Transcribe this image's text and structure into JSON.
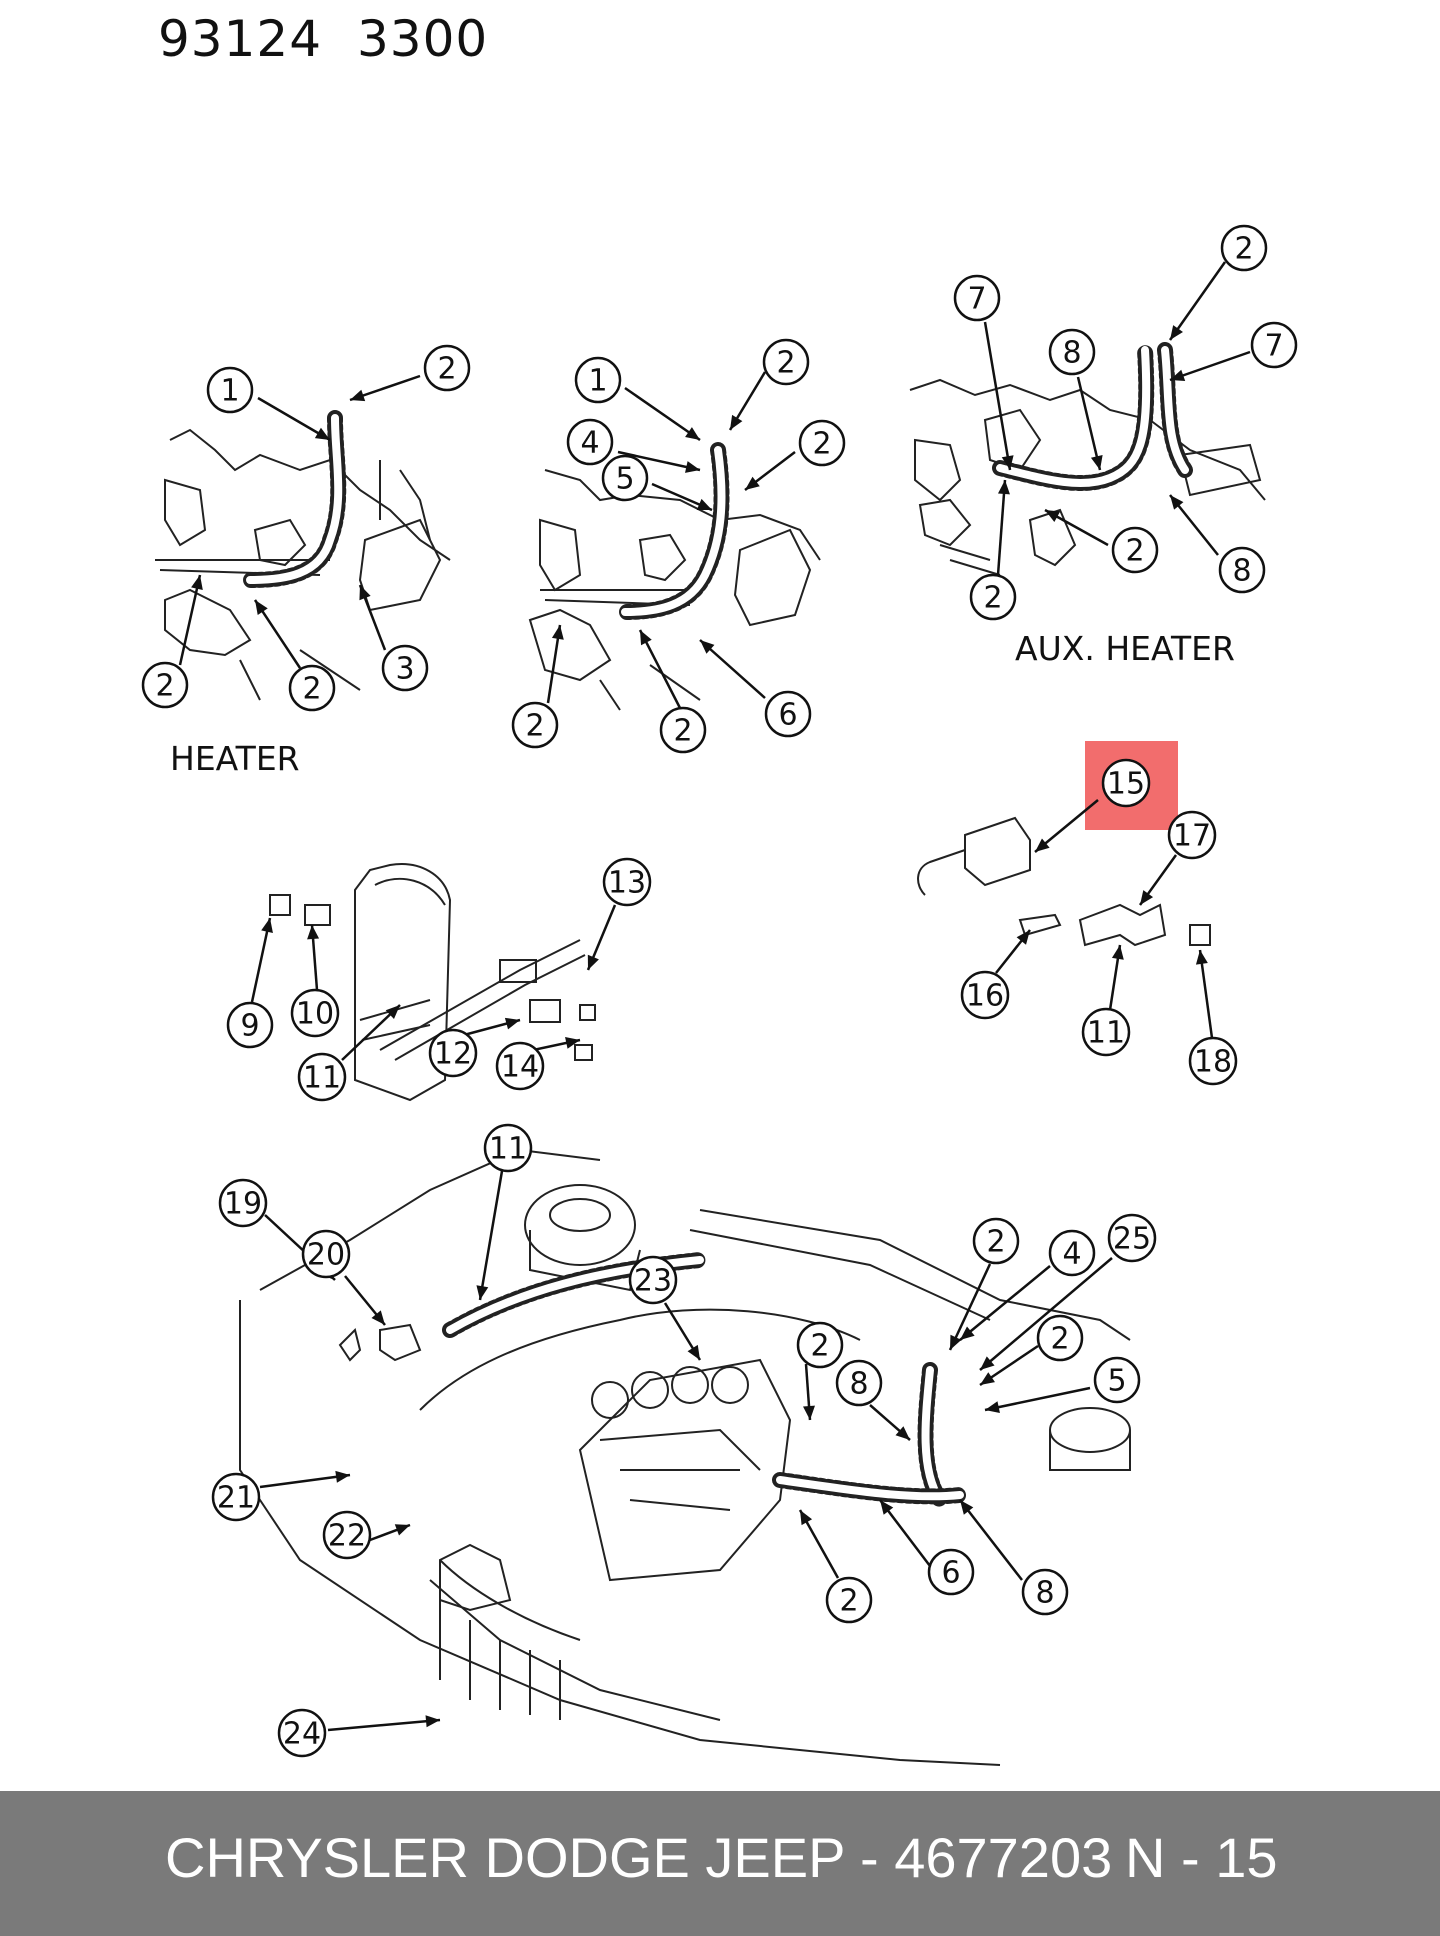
{
  "document": {
    "code": "93124  3300",
    "captions": {
      "heater": "HEATER",
      "aux_heater": "AUX. HEATER"
    },
    "highlight_color": "#f26d6d",
    "callouts": [
      {
        "label": "1"
      },
      {
        "label": "2"
      },
      {
        "label": "2"
      },
      {
        "label": "2"
      },
      {
        "label": "3"
      },
      {
        "label": "1"
      },
      {
        "label": "2"
      },
      {
        "label": "4"
      },
      {
        "label": "5"
      },
      {
        "label": "2"
      },
      {
        "label": "2"
      },
      {
        "label": "2"
      },
      {
        "label": "6"
      },
      {
        "label": "7"
      },
      {
        "label": "2"
      },
      {
        "label": "8"
      },
      {
        "label": "7"
      },
      {
        "label": "2"
      },
      {
        "label": "8"
      },
      {
        "label": "2"
      },
      {
        "label": "9"
      },
      {
        "label": "10"
      },
      {
        "label": "11"
      },
      {
        "label": "12"
      },
      {
        "label": "13"
      },
      {
        "label": "14"
      },
      {
        "label": "15",
        "highlighted": true
      },
      {
        "label": "16"
      },
      {
        "label": "17"
      },
      {
        "label": "11"
      },
      {
        "label": "18"
      },
      {
        "label": "11"
      },
      {
        "label": "19"
      },
      {
        "label": "20"
      },
      {
        "label": "21"
      },
      {
        "label": "22"
      },
      {
        "label": "23"
      },
      {
        "label": "24"
      },
      {
        "label": "2"
      },
      {
        "label": "4"
      },
      {
        "label": "25"
      },
      {
        "label": "2"
      },
      {
        "label": "2"
      },
      {
        "label": "8"
      },
      {
        "label": "5"
      },
      {
        "label": "6"
      },
      {
        "label": "2"
      },
      {
        "label": "8"
      }
    ]
  },
  "footer": {
    "left": "CHRYSLER DODGE JEEP - 4677203",
    "right": "N - 15",
    "background": "#7a7a7a"
  }
}
